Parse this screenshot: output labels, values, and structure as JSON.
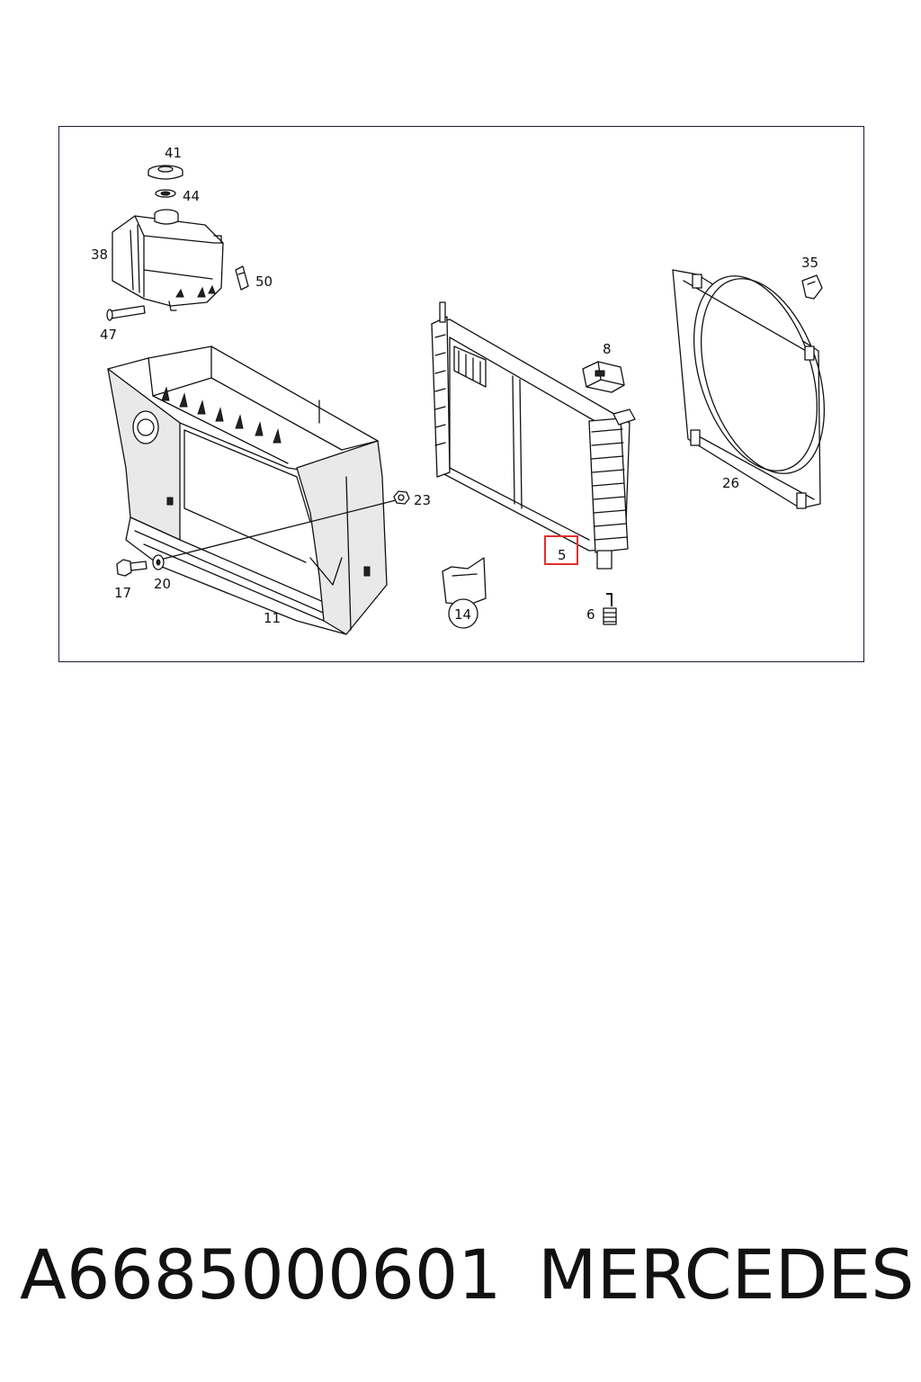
{
  "diagram": {
    "labels": {
      "p41": "41",
      "p44": "44",
      "p38": "38",
      "p50": "50",
      "p47": "47",
      "p35": "35",
      "p8": "8",
      "p26": "26",
      "p23": "23",
      "p5": "5",
      "p17": "17",
      "p20": "20",
      "p11": "11",
      "p14": "14",
      "p6": "6"
    },
    "highlighted_part": "5",
    "highlight_color": "#e03030"
  },
  "footer": {
    "part_number": "A6685000601",
    "brand": "MERCEDES"
  }
}
